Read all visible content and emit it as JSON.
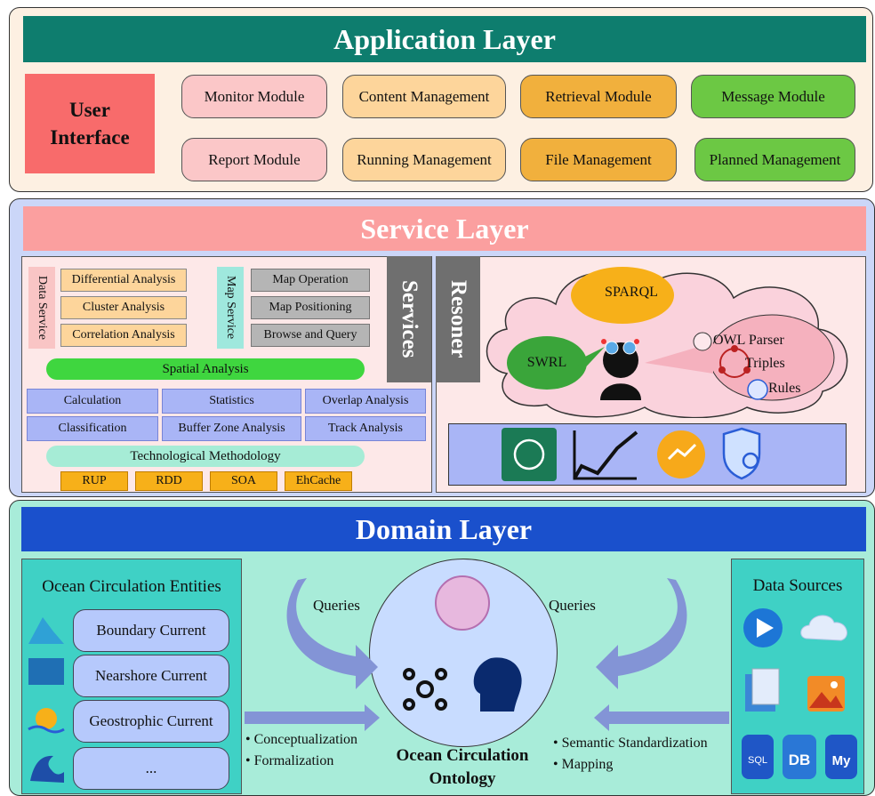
{
  "application_layer": {
    "title": "Application Layer",
    "user_interface": "User Interface",
    "modules": [
      "Monitor Module",
      "Content Management",
      "Retrieval Module",
      "Message Module",
      "Report Module",
      "Running Management",
      "File Management",
      "Planned Management"
    ]
  },
  "service_layer": {
    "title": "Service Layer",
    "services_label": "Services",
    "resoner_label": "Resoner",
    "data_service": {
      "label": "Data Service",
      "items": [
        "Differential Analysis",
        "Cluster Analysis",
        "Correlation Analysis"
      ]
    },
    "map_service": {
      "label": "Map Service",
      "items": [
        "Map Operation",
        "Map Positioning",
        "Browse and Query"
      ]
    },
    "spatial_analysis": "Spatial Analysis",
    "analysis_grid": [
      "Calculation",
      "Statistics",
      "Overlap Analysis",
      "Classification",
      "Buffer Zone Analysis",
      "Track Analysis"
    ],
    "tech_methodology": "Technological Methodology",
    "tech_items": [
      "RUP",
      "RDD",
      "SOA",
      "EhCache"
    ],
    "reasoner": {
      "sparql": "SPARQL",
      "swrl": "SWRL",
      "owl_parser": "OWL Parser",
      "triples": "Triples",
      "rules": "Rules"
    }
  },
  "domain_layer": {
    "title": "Domain Layer",
    "entities_title": "Ocean Circulation Entities",
    "entities": [
      "Boundary Current",
      "Nearshore Current",
      "Geostrophic Current",
      "..."
    ],
    "queries_left": "Queries",
    "queries_right": "Queries",
    "left_bullets": [
      "Conceptualization",
      "Formalization"
    ],
    "right_bullets": [
      "Semantic Standardization",
      "Mapping"
    ],
    "ontology_line1": "Ocean Circulation",
    "ontology_line2": "Ontology",
    "sources_title": "Data Sources",
    "db_labels": [
      "SQL",
      "DB",
      "My"
    ]
  }
}
